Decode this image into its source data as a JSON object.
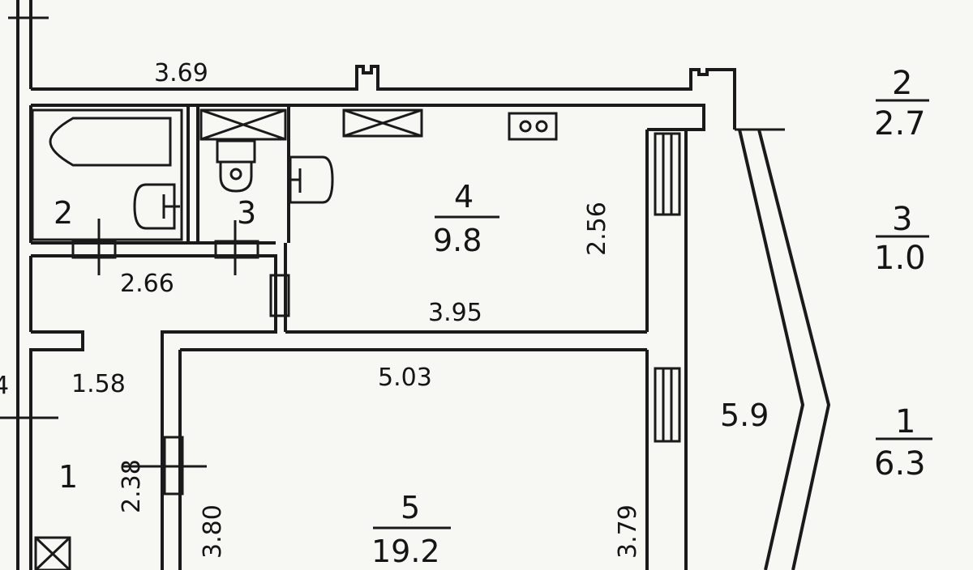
{
  "dimensions": {
    "top_wall": "3.69",
    "corridor_width": "2.66",
    "kitchen_height": "2.56",
    "kitchen_width": "3.95",
    "room_width": "5.03",
    "hall_width": "1.58",
    "hall_length": "2.38",
    "room_height_left": "3.80",
    "room_height_right": "3.79",
    "left_edge_partial": "4"
  },
  "rooms": {
    "bathroom": {
      "number": "2"
    },
    "toilet": {
      "number": "3"
    },
    "hall": {
      "number": "1"
    },
    "kitchen": {
      "number": "4",
      "area": "9.8"
    },
    "living_room": {
      "number": "5",
      "area": "19.2"
    },
    "balcony": {
      "area": "5.9"
    }
  },
  "legend": [
    {
      "number": "2",
      "area": "2.7"
    },
    {
      "number": "3",
      "area": "1.0"
    },
    {
      "number": "1",
      "area": "6.3"
    }
  ]
}
